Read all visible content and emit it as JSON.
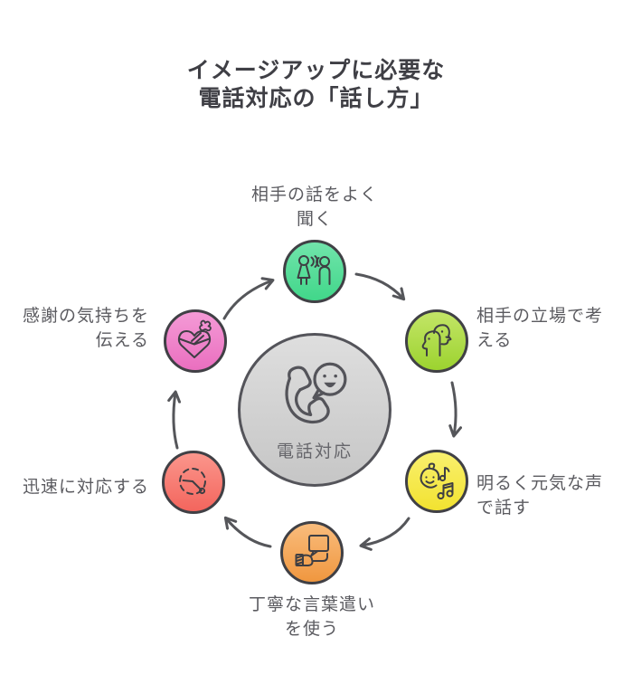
{
  "title": "イメージアップに必要な\n電話対応の「話し方」",
  "center": {
    "label": "電話対応",
    "icon": "phone-smile-icon",
    "color_top": "#dedede",
    "color_bottom": "#c6c6c6"
  },
  "flow_direction": "clockwise",
  "steps": [
    {
      "id": "listen",
      "label": "相手の話をよく\n聞く",
      "icon": "listening-icon",
      "color_top": "#71e4ab",
      "color_bottom": "#41d78a"
    },
    {
      "id": "empathize",
      "label": "相手の立場で考\nえる",
      "icon": "empathy-faces-icon",
      "color_top": "#c3e567",
      "color_bottom": "#9cd32f"
    },
    {
      "id": "cheerful",
      "label": "明るく元気な声\nで話す",
      "icon": "music-voice-icon",
      "color_top": "#f9f06e",
      "color_bottom": "#f2e230"
    },
    {
      "id": "polite",
      "label": "丁寧な言葉遣い\nを使う",
      "icon": "polite-speech-icon",
      "color_top": "#f9bc7c",
      "color_bottom": "#f0973f"
    },
    {
      "id": "quick",
      "label": "迅速に対応する",
      "icon": "quick-clock-icon",
      "color_top": "#fb968c",
      "color_bottom": "#f3655d"
    },
    {
      "id": "gratitude",
      "label": "感謝の気持ちを\n伝える",
      "icon": "gift-heart-icon",
      "color_top": "#f49ad6",
      "color_bottom": "#ea6fbf"
    }
  ],
  "style": {
    "arrow_color": "#55565a",
    "icon_stroke": "#3e3e43",
    "title_color": "#3f3f45",
    "label_color": "#5b5b60",
    "circle_border": "#404045"
  }
}
